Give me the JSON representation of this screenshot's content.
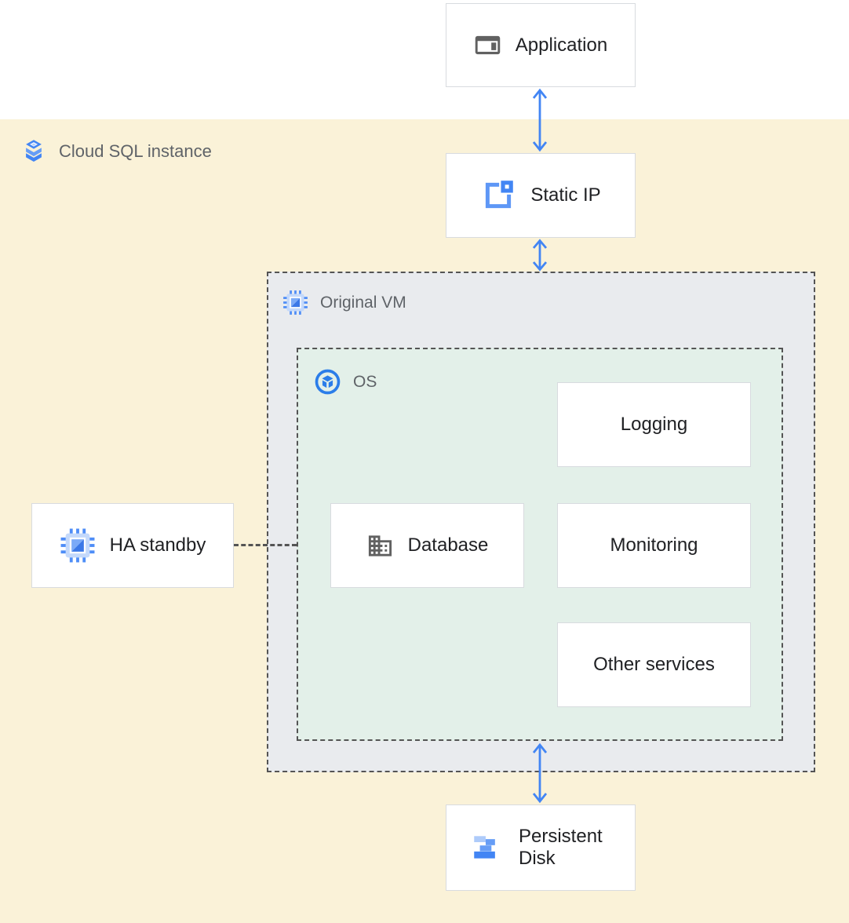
{
  "diagram": {
    "type": "architecture-diagram",
    "band_label": {
      "label": "Cloud SQL instance",
      "icon": "cloud-sql-icon"
    },
    "regions": {
      "original_vm": {
        "label": "Original VM",
        "icon": "compute-engine-icon",
        "fill": "#e9ebee",
        "border_style": "dashed"
      },
      "os": {
        "label": "OS",
        "icon": "os-icon",
        "fill": "#e3f0e9",
        "border_style": "dashed"
      }
    },
    "nodes": {
      "application": {
        "label": "Application",
        "icon": "application-icon"
      },
      "static_ip": {
        "label": "Static IP",
        "icon": "static-ip-icon"
      },
      "ha_standby": {
        "label": "HA standby",
        "icon": "compute-engine-icon"
      },
      "database": {
        "label": "Database",
        "icon": "database-icon"
      },
      "logging": {
        "label": "Logging"
      },
      "monitoring": {
        "label": "Monitoring"
      },
      "other_services": {
        "label": "Other services"
      },
      "persistent_disk": {
        "label": "Persistent Disk",
        "icon": "persistent-disk-icon"
      }
    },
    "connections": [
      {
        "from": "application",
        "to": "static_ip",
        "style": "double-arrow"
      },
      {
        "from": "static_ip",
        "to": "original_vm",
        "style": "double-arrow"
      },
      {
        "from": "os",
        "to": "persistent_disk",
        "style": "double-arrow"
      },
      {
        "from": "ha_standby",
        "to": "os",
        "style": "dashed-line"
      }
    ],
    "colors": {
      "band_background": "#faf2d8",
      "vm_region_fill": "#e9ebee",
      "os_region_fill": "#e3f0e9",
      "node_border": "#d8dbdf",
      "dash_color": "#545454",
      "arrow_blue": "#4285f4",
      "node_text": "#202124",
      "region_label_text": "#5f6368",
      "icon_gray": "#616161",
      "icon_blue_light": "#c4d9fb",
      "icon_blue_mid": "#669df6",
      "icon_blue_dark": "#4285f4"
    }
  }
}
